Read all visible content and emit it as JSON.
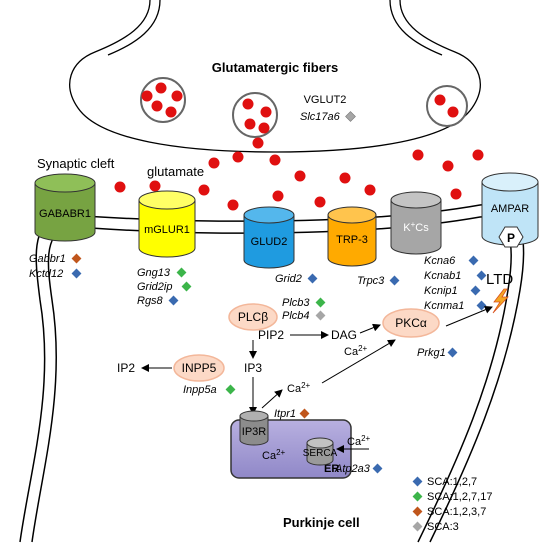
{
  "colors": {
    "sca_127": "#3a6ab0",
    "sca_12717": "#3cb54a",
    "sca_1237": "#c0561c",
    "sca_3": "#a6a6a6",
    "vesicle": "#e01010",
    "gababr1": "#77a342",
    "mglur1": "#ffff00",
    "glud2": "#1f9be0",
    "trp3": "#ffaa00",
    "kcs": "#a6a6a6",
    "ampar": "#bfe4f7",
    "er": "#a9a0d6",
    "enzyme": "#fcd9c6"
  },
  "labels": {
    "glutamatergic_fibers": "Glutamatergic fibers",
    "vglut2": "VGLUT2",
    "slc17a6": "Slc17a6",
    "synaptic_cleft": "Synaptic cleft",
    "glutamate": "glutamate",
    "purkinje_cell": "Purkinje cell",
    "ltd": "LTD",
    "p": "P",
    "er": "ER",
    "ca_er": "Ca",
    "ca_er_sup": "2+"
  },
  "receptors": {
    "gababr1": "GABABR1",
    "mglur1": "mGLUR1",
    "glud2": "GLUD2",
    "trp3": "TRP-3",
    "kcs_main": "K",
    "kcs_sup": "+",
    "kcs_tail": "Cs",
    "ampar": "AMPAR"
  },
  "genes": {
    "gabbr1": "Gabbr1",
    "kctd12": "Kctd12",
    "gng13": "Gng13",
    "grid2ip": "Grid2ip",
    "rgs8": "Rgs8",
    "grid2": "Grid2",
    "trpc3": "Trpc3",
    "kcna6": "Kcna6",
    "kcnab1": "Kcnab1",
    "kcnip1": "Kcnip1",
    "kcnma1": "Kcnma1",
    "plcb3": "Plcb3",
    "plcb4": "Plcb4",
    "prkg1": "Prkg1",
    "inpp5a": "Inpp5a",
    "itpr1": "Itpr1",
    "atp2a3": "Atp2a3"
  },
  "pathway": {
    "plcb": "PLCβ",
    "pip2": "PIP2",
    "dag": "DAG",
    "pkca": "PKCα",
    "inpp5": "INPP5",
    "ip2": "IP2",
    "ip3": "IP3",
    "ip3r": "IP3R",
    "serca": "SERCA",
    "ca": "Ca",
    "ca_sup": "2+"
  },
  "legend": [
    {
      "label": "SCA:1,2,7",
      "color": "#3a6ab0"
    },
    {
      "label": "SCA:1,2,7,17",
      "color": "#3cb54a"
    },
    {
      "label": "SCA:1,2,3,7",
      "color": "#c0561c"
    },
    {
      "label": "SCA:3",
      "color": "#a6a6a6"
    }
  ]
}
